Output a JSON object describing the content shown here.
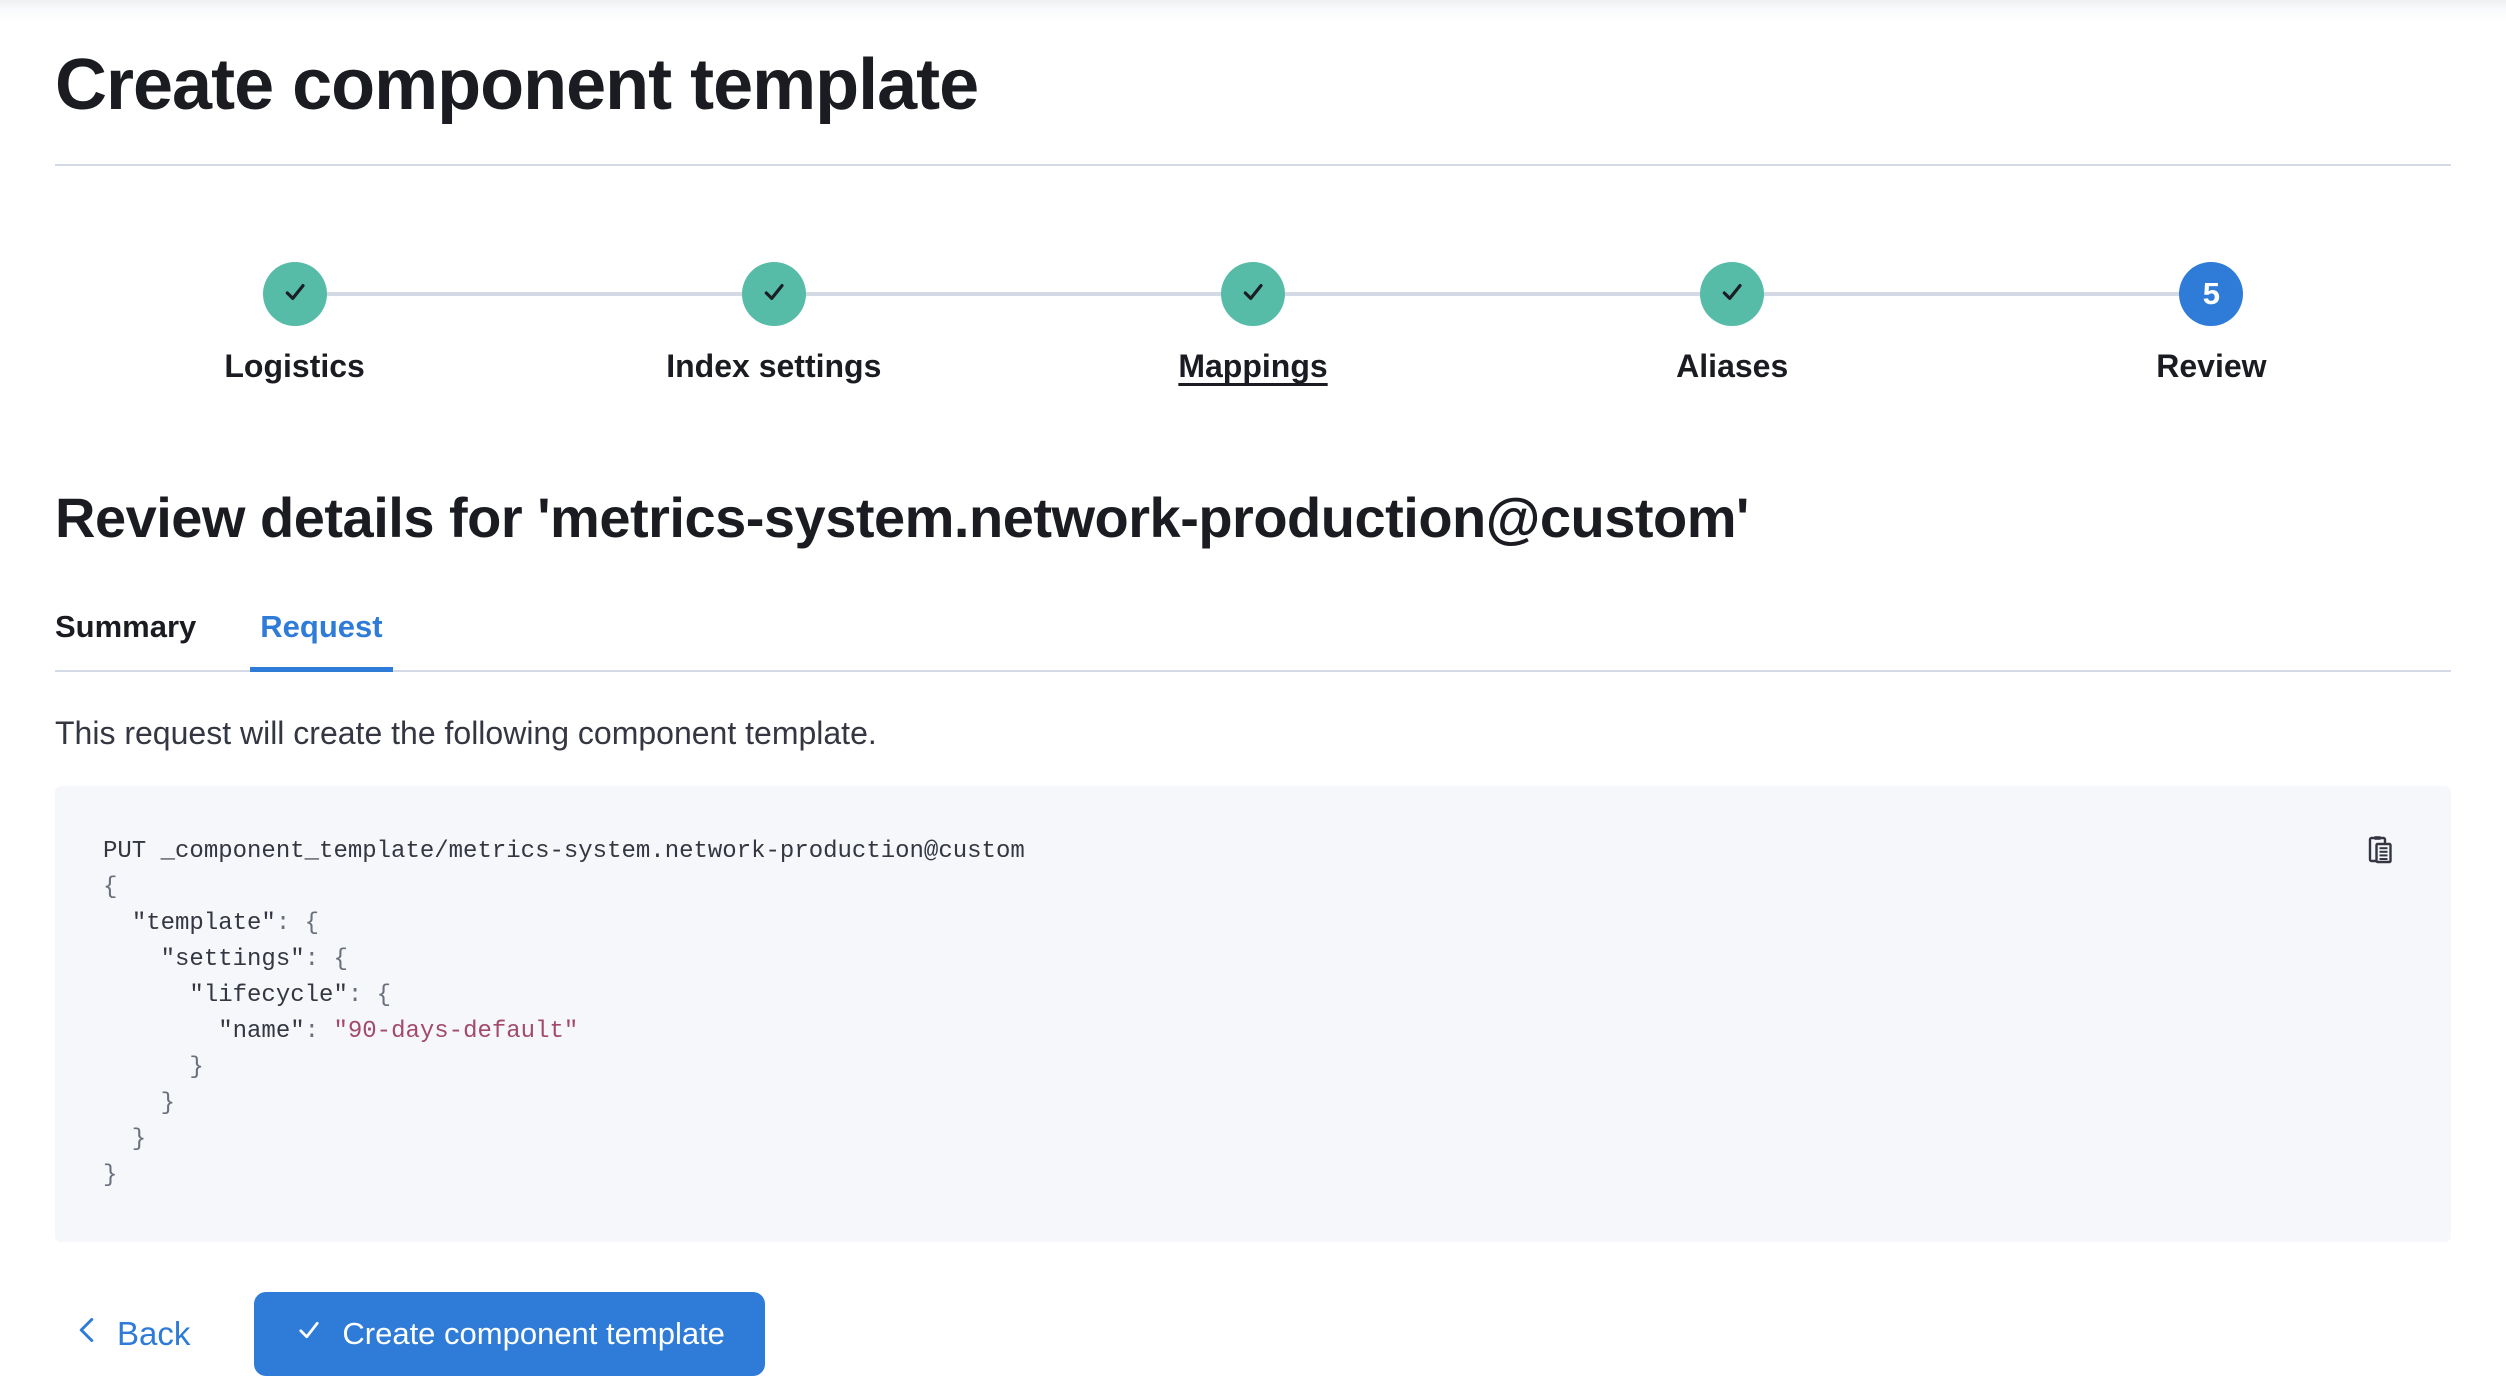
{
  "page": {
    "title": "Create component template"
  },
  "stepper": {
    "steps": [
      {
        "label": "Logistics",
        "status": "complete"
      },
      {
        "label": "Index settings",
        "status": "complete"
      },
      {
        "label": "Mappings",
        "status": "complete",
        "underlined": true
      },
      {
        "label": "Aliases",
        "status": "complete"
      },
      {
        "label": "Review",
        "status": "current",
        "number": "5"
      }
    ]
  },
  "review": {
    "heading": "Review details for 'metrics-system.network-production@custom'",
    "tabs": [
      {
        "label": "Summary",
        "active": false
      },
      {
        "label": "Request",
        "active": true
      }
    ],
    "description": "This request will create the following component template."
  },
  "code": {
    "copy_icon": "copy-clipboard-icon",
    "lines": [
      [
        {
          "t": "PUT _component_template/metrics-system.network-production@custom",
          "c": "d"
        }
      ],
      [
        {
          "t": "{",
          "c": "p"
        }
      ],
      [
        {
          "t": "  ",
          "c": "d"
        },
        {
          "t": "\"template\"",
          "c": "k"
        },
        {
          "t": ": ",
          "c": "p"
        },
        {
          "t": "{",
          "c": "p"
        }
      ],
      [
        {
          "t": "    ",
          "c": "d"
        },
        {
          "t": "\"settings\"",
          "c": "k"
        },
        {
          "t": ": ",
          "c": "p"
        },
        {
          "t": "{",
          "c": "p"
        }
      ],
      [
        {
          "t": "      ",
          "c": "d"
        },
        {
          "t": "\"lifecycle\"",
          "c": "k"
        },
        {
          "t": ": ",
          "c": "p"
        },
        {
          "t": "{",
          "c": "p"
        }
      ],
      [
        {
          "t": "        ",
          "c": "d"
        },
        {
          "t": "\"name\"",
          "c": "k"
        },
        {
          "t": ": ",
          "c": "p"
        },
        {
          "t": "\"90-days-default\"",
          "c": "s"
        }
      ],
      [
        {
          "t": "      }",
          "c": "p"
        }
      ],
      [
        {
          "t": "    }",
          "c": "p"
        }
      ],
      [
        {
          "t": "  }",
          "c": "p"
        }
      ],
      [
        {
          "t": "}",
          "c": "p"
        }
      ]
    ]
  },
  "footer": {
    "back_label": "Back",
    "create_label": "Create component template"
  },
  "colors": {
    "accent_blue": "#2F7BD8",
    "success_teal": "#56BCA8",
    "panel_background": "#F6F7FB",
    "divider": "#D3DAE6",
    "heading_text": "#1A1C21",
    "body_text": "#343741",
    "code_punctuation": "#69707D",
    "code_string": "#A34A6B"
  }
}
